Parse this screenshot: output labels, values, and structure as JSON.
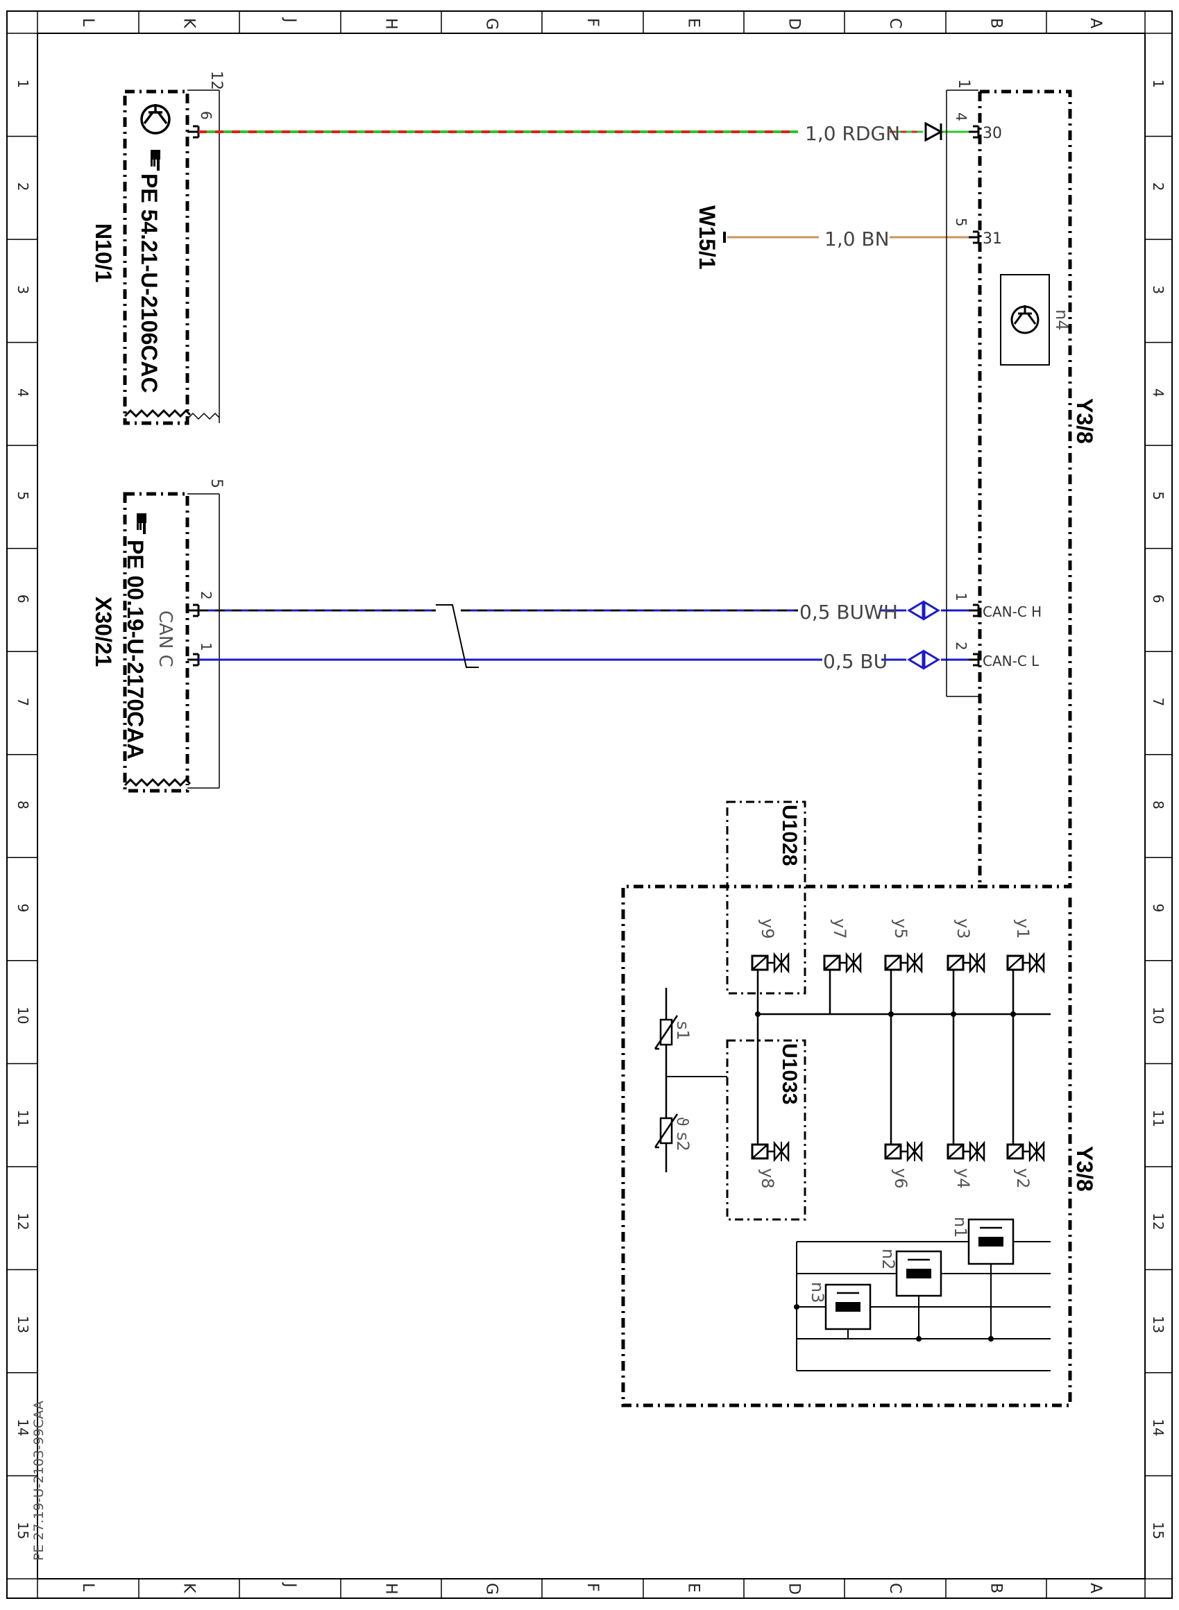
{
  "frame": {
    "top_letters": [
      "L",
      "K",
      "J",
      "H",
      "G",
      "F",
      "E",
      "D",
      "C",
      "B",
      "A"
    ],
    "bottom_letters": [
      "L",
      "K",
      "J",
      "H",
      "G",
      "F",
      "E",
      "D",
      "C",
      "B",
      "A"
    ],
    "left_numbers": [
      "1",
      "2",
      "3",
      "4",
      "5",
      "6",
      "7",
      "8",
      "9",
      "10",
      "11",
      "12",
      "13",
      "14",
      "15"
    ],
    "right_numbers": [
      "1",
      "2",
      "3",
      "4",
      "5",
      "6",
      "7",
      "8",
      "9",
      "10",
      "11",
      "12",
      "13",
      "14",
      "15"
    ],
    "doc_number": "PE 27.19-U-2103-99CAA"
  },
  "components": {
    "n10_1": {
      "name": "N10/1",
      "ref": "PE 54.21-U-2106CAC",
      "pin_block": "12",
      "pin": "6"
    },
    "x30_21": {
      "name": "X30/21",
      "ref": "PE 00.19-U-2170CAA",
      "pin_block": "5",
      "bus_label": "CAN C",
      "pin_h": "2",
      "pin_l": "1"
    },
    "w15_1": {
      "name": "W15/1"
    },
    "y3_8_top": {
      "name": "Y3/8",
      "pin_block": "1",
      "sub": "n4",
      "pins": [
        {
          "num": "4",
          "label": "30"
        },
        {
          "num": "5",
          "label": "31"
        },
        {
          "num": "1",
          "label": "CAN-C H"
        },
        {
          "num": "2",
          "label": "CAN-C L"
        }
      ]
    },
    "y3_8_bottom": {
      "name": "Y3/8",
      "valves_top": [
        "y1",
        "y3",
        "y5",
        "y7",
        "y9"
      ],
      "valves_bottom": [
        "y2",
        "y4",
        "y6",
        "y8"
      ],
      "sensors": [
        "s1",
        "s2"
      ],
      "sensor_theta": "ϑ",
      "speed_sensors": [
        "n1",
        "n2",
        "n3"
      ],
      "modules": [
        "U1028",
        "U1033"
      ]
    }
  },
  "wires": [
    {
      "label": "1,0 RDGN",
      "color_a": "#e02020",
      "color_b": "#28c828"
    },
    {
      "label": "1,0 BN",
      "color_a": "#c8965a"
    },
    {
      "label": "0,5 BUWH",
      "color_a": "#1a1ad0",
      "color_b": "#111111"
    },
    {
      "label": "0,5 BU",
      "color_a": "#1a1ad0"
    }
  ]
}
